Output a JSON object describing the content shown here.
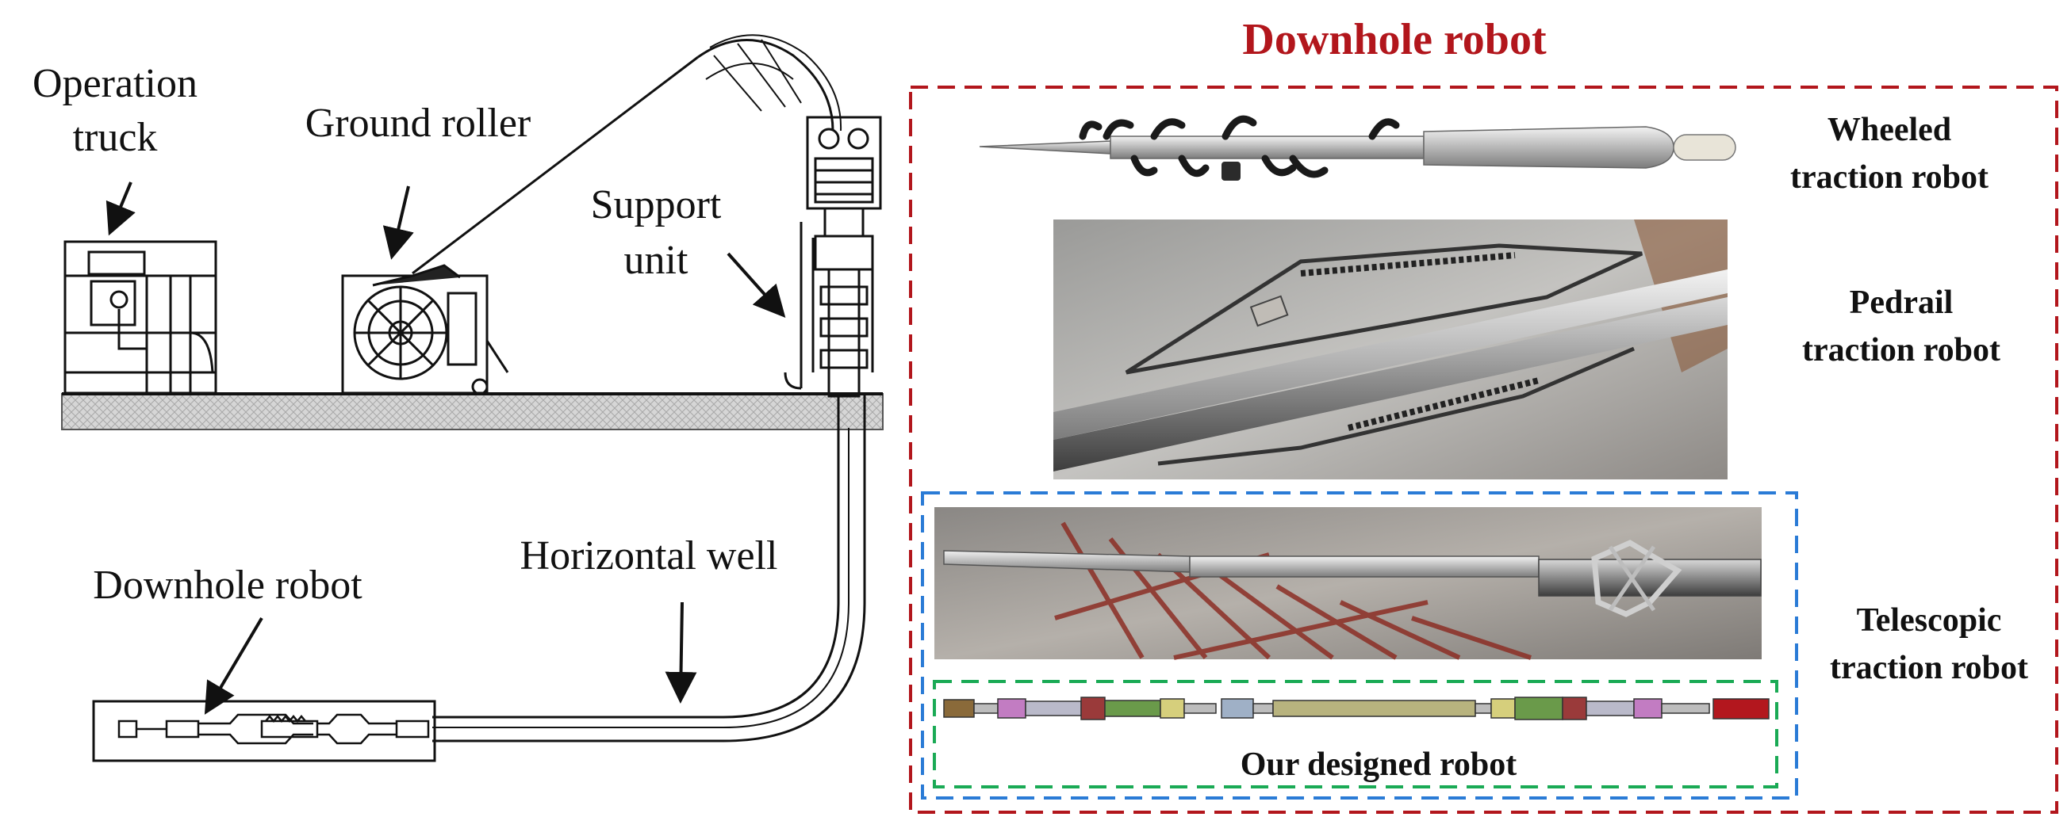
{
  "left": {
    "labels": {
      "operation_truck": [
        "Operation",
        "truck"
      ],
      "ground_roller": "Ground roller",
      "support_unit": [
        "Support",
        "unit"
      ],
      "horizontal_well": "Horizontal well",
      "downhole_robot": "Downhole robot"
    }
  },
  "right": {
    "title": "Downhole robot",
    "robots": {
      "wheeled": [
        "Wheeled",
        "traction robot"
      ],
      "pedrail": [
        "Pedrail",
        "traction robot"
      ],
      "telescopic": [
        "Telescopic",
        "traction robot"
      ],
      "ours": "Our designed robot"
    }
  },
  "colors": {
    "title": "#b2161c",
    "outer_box": "#b2161c",
    "telescopic_box": "#2a7bd6",
    "our_box": "#1aaa55",
    "ground": "#cfcfcf",
    "ink": "#111111"
  }
}
